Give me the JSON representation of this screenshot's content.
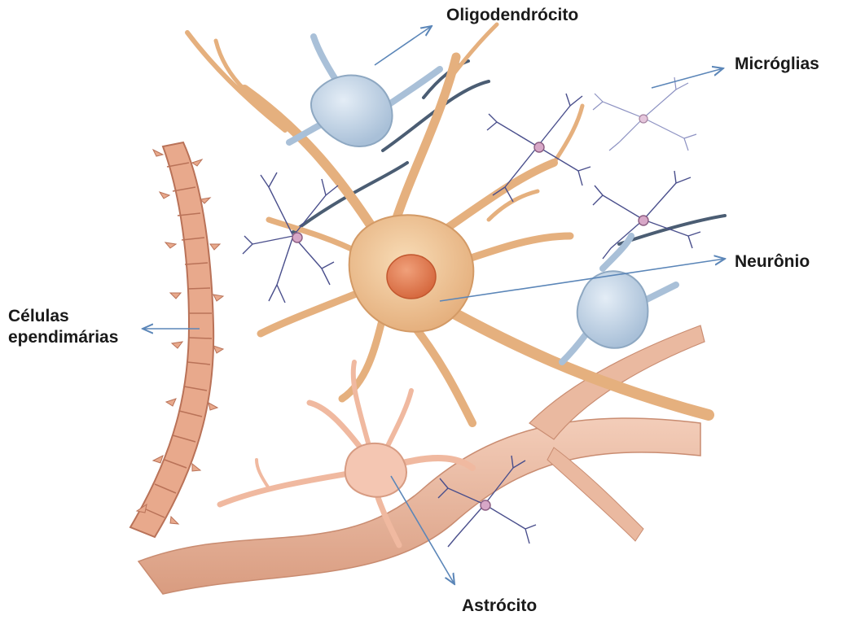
{
  "labels": {
    "oligodendrocyte": "Oligodendrócito",
    "microglia": "Micróglias",
    "neuron": "Neurônio",
    "ependymal_line1": "Células",
    "ependymal_line2": "ependimárias",
    "astrocyte": "Astrócito"
  },
  "colors": {
    "neuron": "#f2c99a",
    "neuron_nucleus": "#e6835a",
    "oligodendrocyte": "#c9d9e8",
    "microglia": "#4a4f8c",
    "astrocyte": "#f4c6b2",
    "ependymal": "#e8a98c",
    "vessel": "#eab9a0",
    "axon": "#4b5d73",
    "arrow": "#5b86b8"
  }
}
